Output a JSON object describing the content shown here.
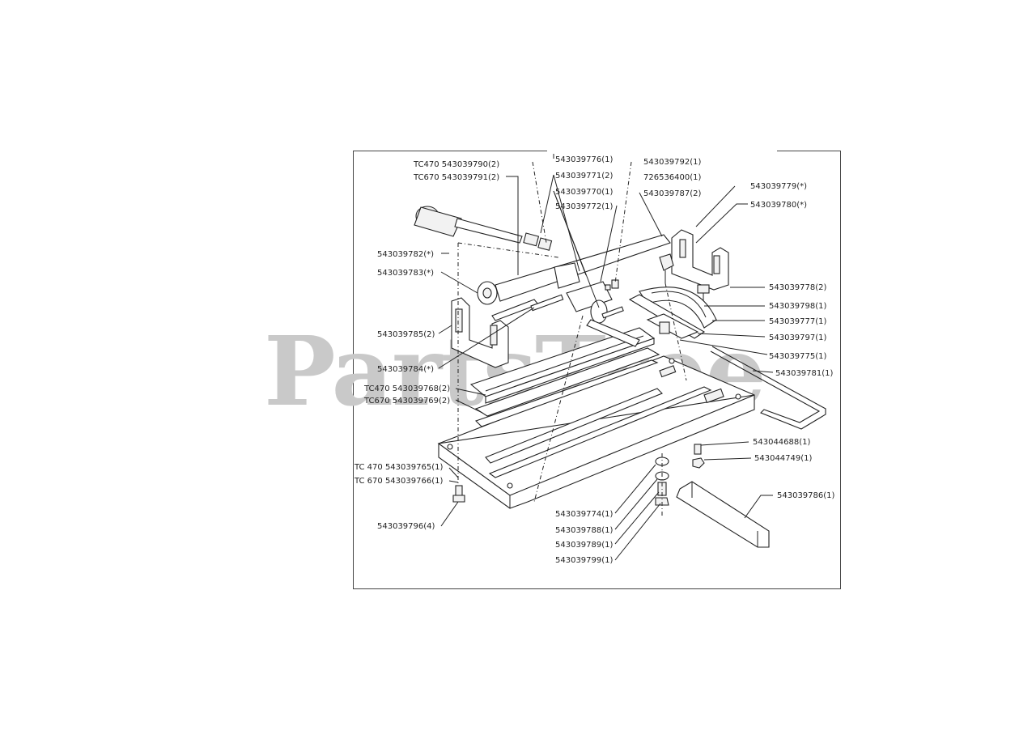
{
  "watermark": "PartsTree",
  "labels": [
    {
      "id": "l01",
      "text": "TC470 543039790(2)"
    },
    {
      "id": "l02",
      "text": "TC670 543039791(2)"
    },
    {
      "id": "l03",
      "text": "543039776(1)"
    },
    {
      "id": "l04",
      "text": "543039771(2)"
    },
    {
      "id": "l05",
      "text": "543039770(1)"
    },
    {
      "id": "l06",
      "text": "543039772(1)"
    },
    {
      "id": "l07",
      "text": "543039792(1)"
    },
    {
      "id": "l08",
      "text": "726536400(1)"
    },
    {
      "id": "l09",
      "text": "543039787(2)"
    },
    {
      "id": "l10",
      "text": "543039779(*)"
    },
    {
      "id": "l11",
      "text": "543039780(*)"
    },
    {
      "id": "l12",
      "text": "543039782(*)"
    },
    {
      "id": "l13",
      "text": "543039783(*)"
    },
    {
      "id": "l14",
      "text": "543039785(2)"
    },
    {
      "id": "l15",
      "text": "543039784(*)"
    },
    {
      "id": "l16",
      "text": "TC470 543039768(2)"
    },
    {
      "id": "l17",
      "text": "TC670 543039769(2)"
    },
    {
      "id": "l18",
      "text": "543039778(2)"
    },
    {
      "id": "l19",
      "text": "543039798(1)"
    },
    {
      "id": "l20",
      "text": "543039777(1)"
    },
    {
      "id": "l21",
      "text": "543039797(1)"
    },
    {
      "id": "l22",
      "text": "543039775(1)"
    },
    {
      "id": "l23",
      "text": "543039781(1)"
    },
    {
      "id": "l24",
      "text": "543044688(1)"
    },
    {
      "id": "l25",
      "text": "543044749(1)"
    },
    {
      "id": "l26",
      "text": "TC 470 543039765(1)"
    },
    {
      "id": "l27",
      "text": "TC 670 543039766(1)"
    },
    {
      "id": "l28",
      "text": "543039786(1)"
    },
    {
      "id": "l29",
      "text": "543039796(4)"
    },
    {
      "id": "l30",
      "text": "543039774(1)"
    },
    {
      "id": "l31",
      "text": "543039788(1)"
    },
    {
      "id": "l32",
      "text": "543039789(1)"
    },
    {
      "id": "l33",
      "text": "543039799(1)"
    }
  ]
}
